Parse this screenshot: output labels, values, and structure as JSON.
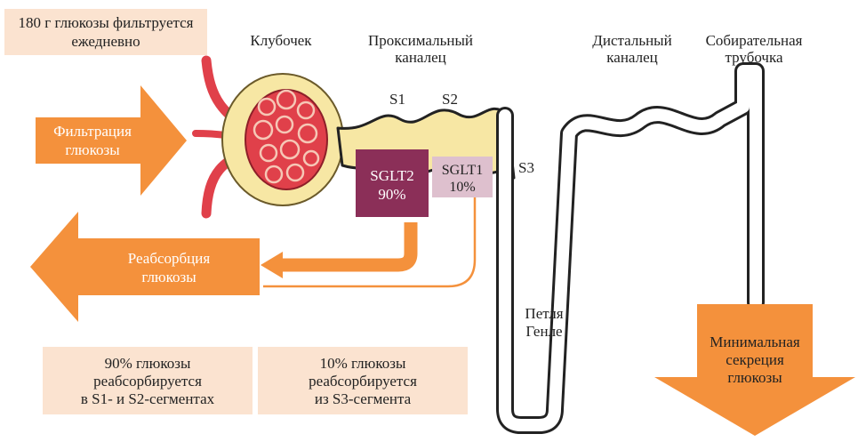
{
  "header": {
    "daily_filtered": [
      "180 г глюкозы фильтруется",
      "ежедневно"
    ]
  },
  "labels": {
    "glomerulus": "Клубочек",
    "proximal_tubule": [
      "Проксимальный",
      "каналец"
    ],
    "distal_tubule": [
      "Дистальный",
      "каналец"
    ],
    "collecting_duct": [
      "Собирательная",
      "трубочка"
    ],
    "segment_s1": "S1",
    "segment_s2": "S2",
    "segment_s3": "S3",
    "loop_of_henle": [
      "Петля",
      "Генле"
    ]
  },
  "arrows": {
    "filtration": [
      "Фильтрация",
      "глюкозы"
    ],
    "reabsorption": [
      "Реабсорбция",
      "глюкозы"
    ],
    "excretion": [
      "Минимальная",
      "секреция",
      "глюкозы"
    ]
  },
  "transporters": {
    "sglt2": {
      "name": "SGLT2",
      "value": "90%"
    },
    "sglt1": {
      "name": "SGLT1",
      "value": "10%"
    }
  },
  "notes": {
    "s1_s2": [
      "90% глюкозы",
      "реабсорбируется",
      "в S1- и S2-сегментах"
    ],
    "s3": [
      "10% глюкозы",
      "реабсорбируется",
      "из S3-сегмента"
    ]
  },
  "colors": {
    "arrow_orange": "#f4913c",
    "box_peach": "#fbe3d0",
    "sglt2_fill": "#8b2f58",
    "sglt1_fill": "#dec0ce",
    "vessel_red": "#e0404a",
    "capsule_yellow": "#f7e7a4"
  }
}
